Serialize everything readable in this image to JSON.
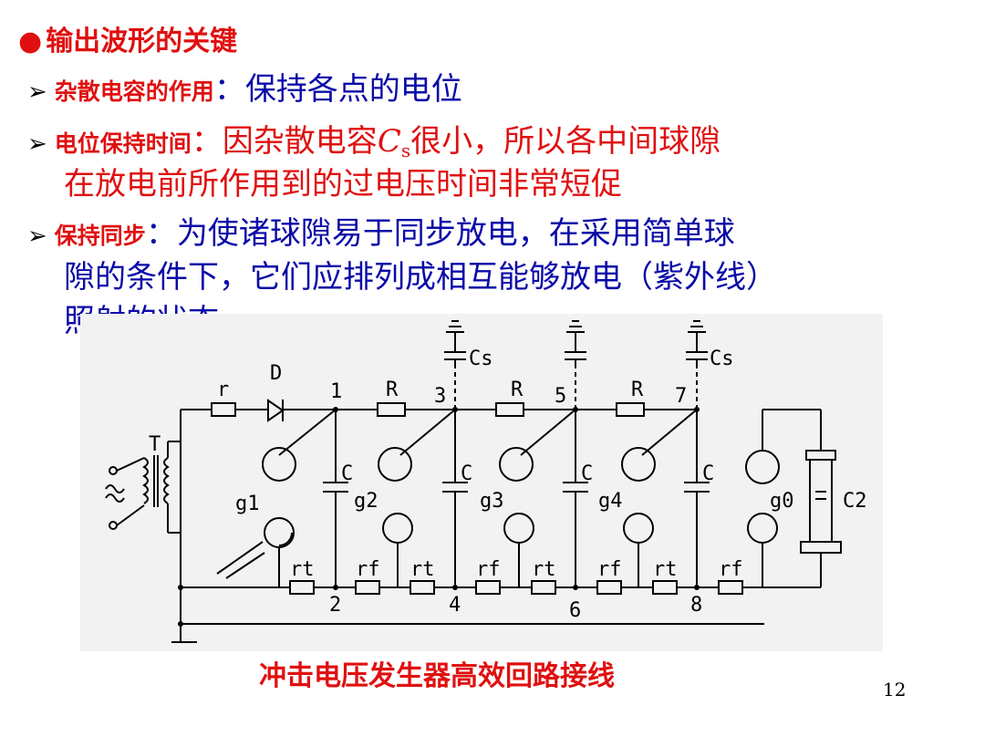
{
  "heading": {
    "bullet": "●",
    "text": "输出波形的关键"
  },
  "bullets": [
    {
      "label": "杂散电容的作用",
      "sep": "：",
      "text": "保持各点的电位"
    },
    {
      "label": "电位保持时间",
      "sep": "：",
      "text_pre": "因杂散电容",
      "cs_main": "C",
      "cs_sub": "s",
      "text_post": "很小，所以各中间球隙",
      "continuation": "在放电前所作用到的过电压时间非常短促"
    },
    {
      "label": "保持同步",
      "sep": "：",
      "text": "为使诸球隙易于同步放电，在采用简单球",
      "continuation": [
        "隙的条件下，它们应排列成相互能够放电（紫外线）",
        "照射的状态。"
      ]
    }
  ],
  "diagram": {
    "labels": {
      "T": "T",
      "r": "r",
      "D": "D",
      "R": "R",
      "C": "C",
      "Cs": "Cs",
      "C2": "C2",
      "rt": "rt",
      "rf": "rf",
      "n1": "1",
      "n2": "2",
      "n3": "3",
      "n4": "4",
      "n5": "5",
      "n6": "6",
      "n7": "7",
      "n8": "8",
      "g0": "g0",
      "g1": "g1",
      "g2": "g2",
      "g3": "g3",
      "g4": "g4"
    }
  },
  "caption": "冲击电压发生器高效回路接线",
  "page_number": "12"
}
